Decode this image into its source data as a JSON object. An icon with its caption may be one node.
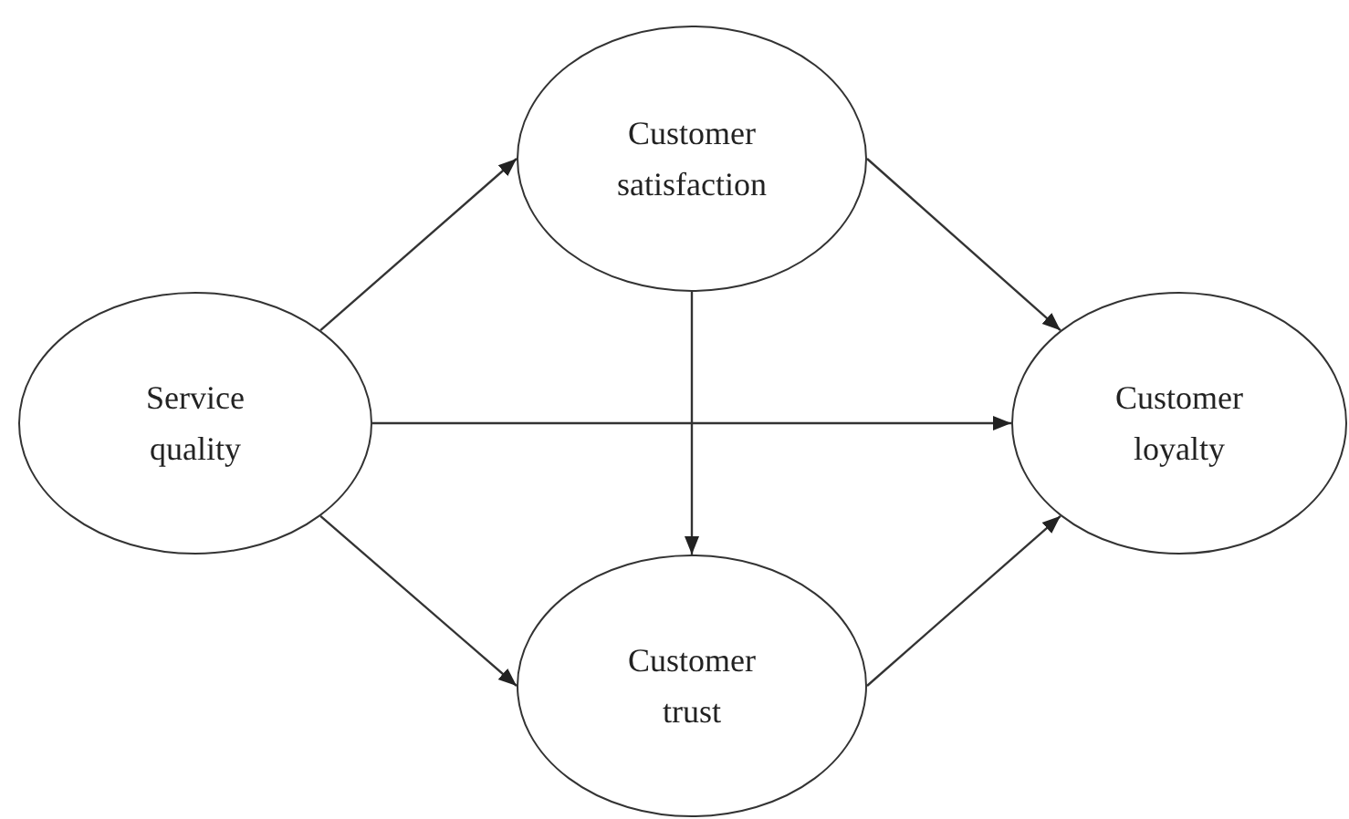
{
  "diagram": {
    "nodes": [
      {
        "text": [
          "Customer satisfaction"
        ]
      },
      {
        "text": [
          "Service quality"
        ]
      },
      {
        "text": [
          "Customer loyalty"
        ]
      },
      {
        "text": [
          "Customer trust"
        ]
      }
    ],
    "edges": [
      {
        "from": 1,
        "to": 0,
        "arrow": "to"
      },
      {
        "from": 0,
        "to": 2,
        "arrow": "to"
      },
      {
        "from": 1,
        "to": 2,
        "arrow": "to"
      },
      {
        "from": 0,
        "to": 3,
        "arrow": "to"
      },
      {
        "from": 1,
        "to": 3,
        "arrow": "to"
      },
      {
        "from": 3,
        "to": 2,
        "arrow": "to"
      }
    ]
  }
}
